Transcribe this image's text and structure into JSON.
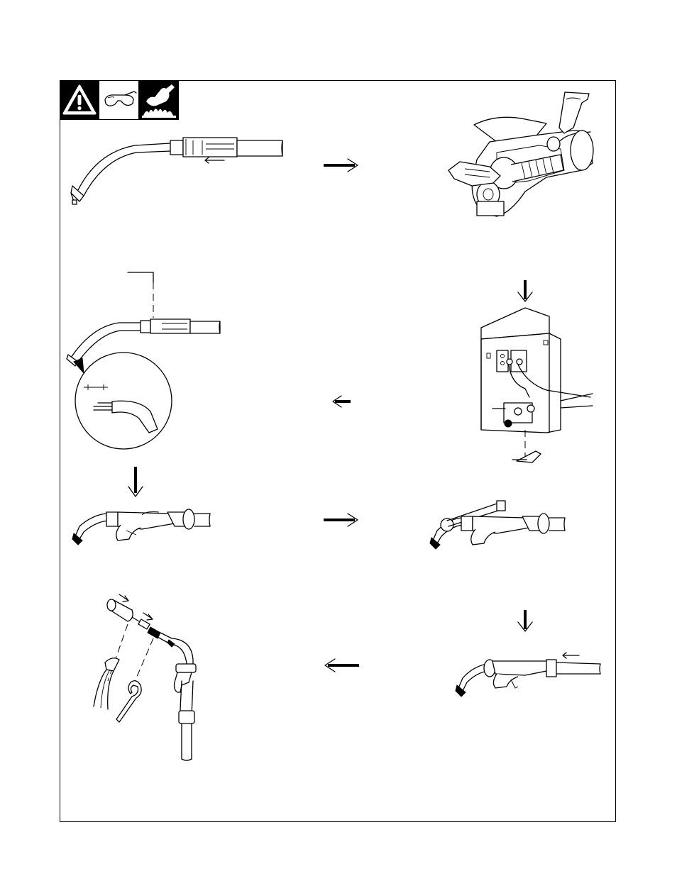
{
  "colors": {
    "ink": "#000000",
    "paper": "#ffffff"
  },
  "safety_icons": [
    "warning-triangle-icon",
    "safety-glasses-icon",
    "hot-surface-hand-icon"
  ],
  "steps": [
    "gun-nozzle-removal",
    "drive-roll-tension-release",
    "feeder-cabinet-connection",
    "liner-trim-detail",
    "gun-body-assembly",
    "gun-body-with-liner",
    "nozzle-contact-tip-install",
    "gun-body-reassembled"
  ],
  "flow_arrows": [
    "right",
    "down",
    "left",
    "down",
    "right",
    "down",
    "left"
  ]
}
